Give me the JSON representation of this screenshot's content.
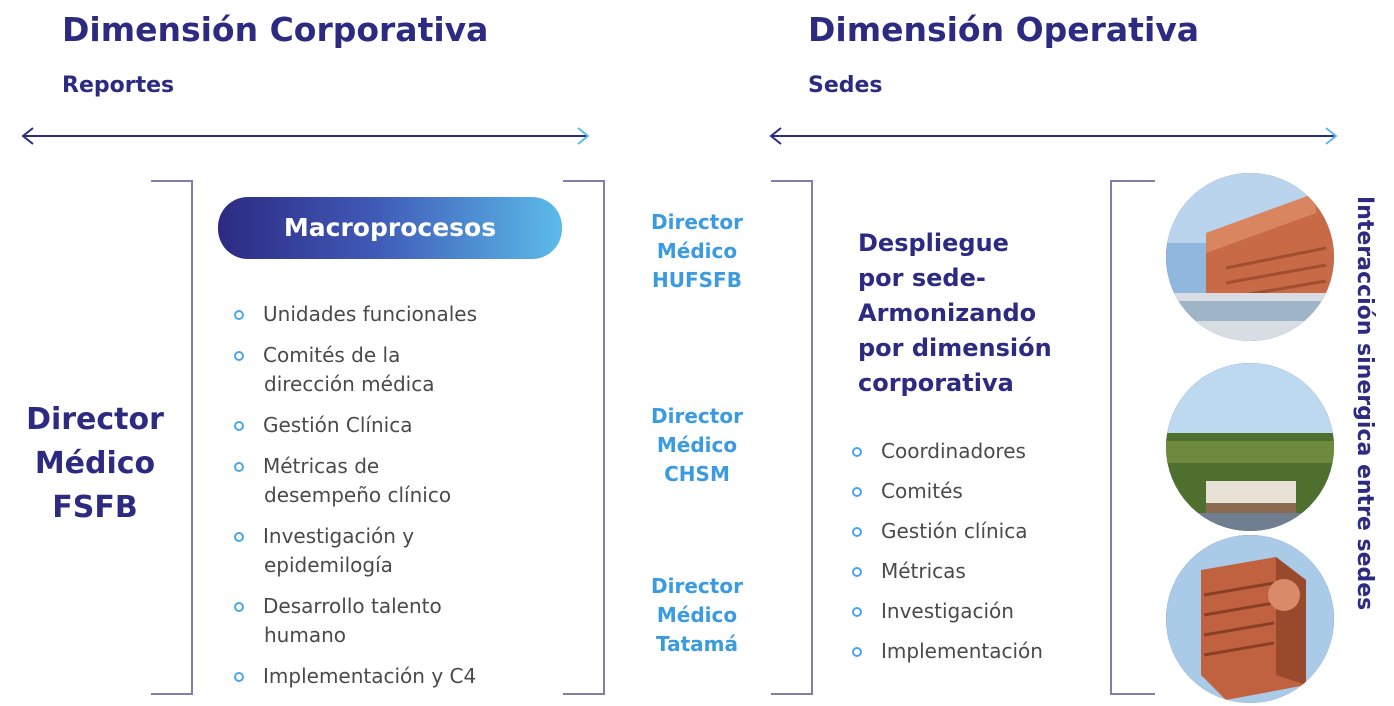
{
  "corporate": {
    "title": "Dimensión Corporativa",
    "subtitle": "Reportes",
    "director": [
      "Director",
      "Médico",
      "FSFB"
    ],
    "macro_label": "Macroprocesos",
    "items": [
      [
        "Unidades funcionales"
      ],
      [
        "Comités de la",
        "dirección médica"
      ],
      [
        "Gestión Clínica"
      ],
      [
        "Métricas de",
        "desempeño clínico"
      ],
      [
        "Investigación y",
        "epidemilogía"
      ],
      [
        "Desarrollo talento",
        "humano"
      ],
      [
        "Implementación y C4"
      ]
    ]
  },
  "site_directors": [
    [
      "Director",
      "Médico",
      "HUFSFB"
    ],
    [
      "Director",
      "Médico",
      "CHSM"
    ],
    [
      "Director",
      "Médico",
      "Tatamá"
    ]
  ],
  "operative": {
    "title": "Dimensión Operativa",
    "subtitle": "Sedes",
    "deployment": [
      "Despliegue",
      "por sede-",
      "Armonizando",
      "por dimensión",
      "corporativa"
    ],
    "items": [
      "Coordinadores",
      "Comités",
      "Gestión clínica",
      "Métricas",
      "Investigación",
      "Implementación"
    ]
  },
  "side_label": "Interacción sinergica entre sedes",
  "photos": [
    "hospital-building-photo",
    "campus-aerial-photo",
    "tower-building-photo"
  ],
  "colors": {
    "navy": "#2d2a82",
    "light_blue": "#3b9be0",
    "text": "#4a4a4a"
  }
}
